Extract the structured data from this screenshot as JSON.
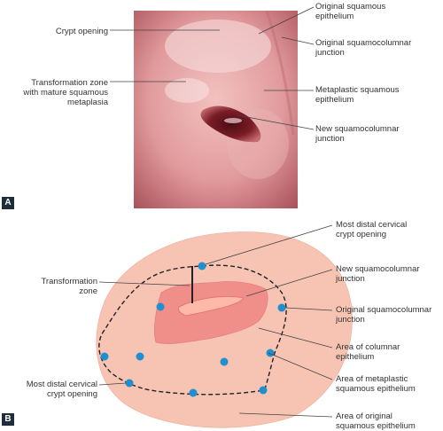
{
  "panel_a": {
    "letter": "A",
    "labels": {
      "crypt_opening": "Crypt opening",
      "transformation_zone": "Transformation zone\nwith mature squamous\nmetaplasia",
      "original_squamous": "Original squamous\nepithelium",
      "original_scj": "Original squamocolumnar\njunction",
      "metaplastic": "Metaplastic squamous\nepithelium",
      "new_scj": "New squamocolumnar\njunction"
    }
  },
  "panel_b": {
    "letter": "B",
    "labels": {
      "most_distal_top": "Most distal cervical\ncrypt opening",
      "transformation_zone": "Transformation\nzone",
      "new_scj": "New squamocolumnar\njunction",
      "original_scj": "Original squamocolumnar\njunction",
      "columnar": "Area of columnar\nepithelium",
      "most_distal_left": "Most distal cervical\ncrypt opening",
      "metaplastic": "Area of metaplastic\nsquamous epithelium",
      "original_squamous": "Area of original\nsquamous epithelium"
    }
  },
  "colors": {
    "cervix_outer": "#f7c4b4",
    "columnar": "#f08f8a",
    "crypt_dot": "#1f8fd0",
    "panel_badge": "#1f2d3d"
  }
}
